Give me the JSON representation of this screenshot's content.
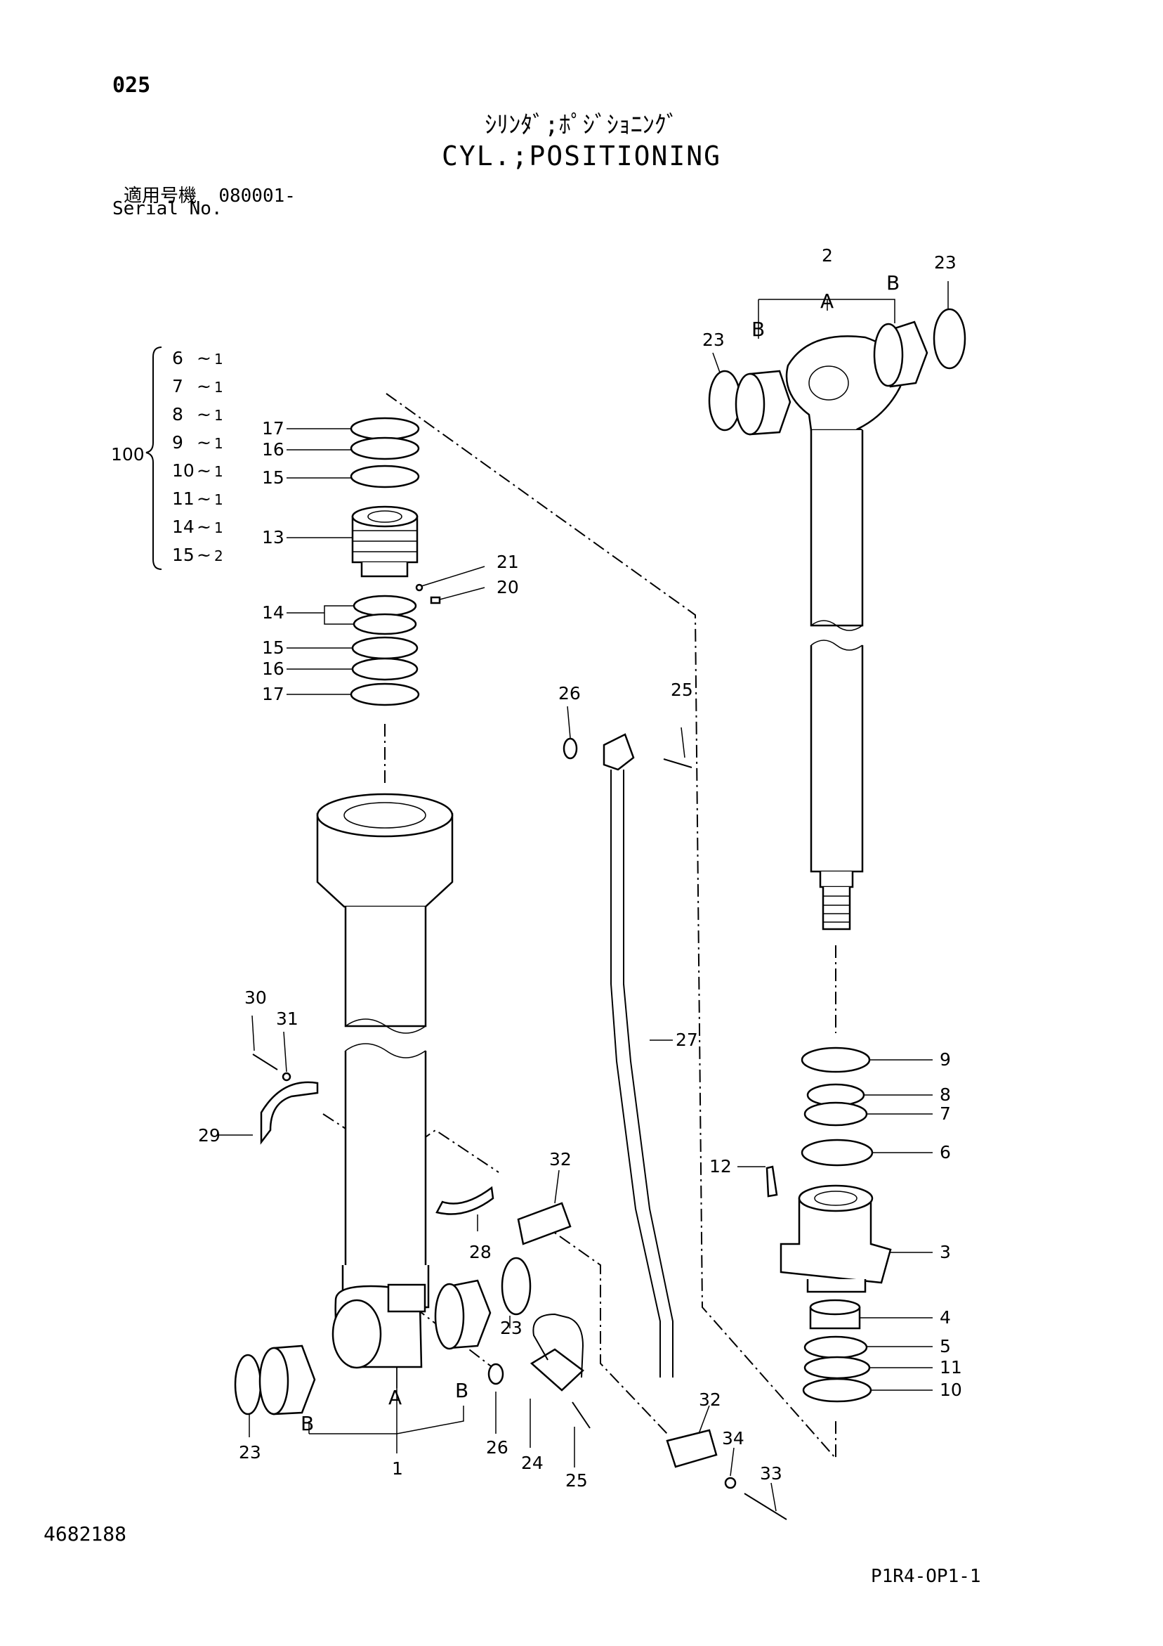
{
  "header": {
    "page_number": "025",
    "title_jp": "ｼﾘﾝﾀﾞ;ﾎﾟｼﾞｼｮﾆﾝｸﾞ",
    "title_en": "CYL.;POSITIONING",
    "serial_label_jp": "適用号機",
    "serial_value": "080001-",
    "serial_label_en": "Serial No."
  },
  "footer": {
    "drawing_number": "4682188",
    "page_code": "P1R4-OP1-1"
  },
  "kit": {
    "number": "100",
    "items": [
      {
        "part": "6",
        "qty": "1"
      },
      {
        "part": "7",
        "qty": "1"
      },
      {
        "part": "8",
        "qty": "1"
      },
      {
        "part": "9",
        "qty": "1"
      },
      {
        "part": "10",
        "qty": "1"
      },
      {
        "part": "11",
        "qty": "1"
      },
      {
        "part": "14",
        "qty": "1"
      },
      {
        "part": "15",
        "qty": "2"
      }
    ]
  },
  "callouts": {
    "c1": "1",
    "c2": "2",
    "c3": "3",
    "c4": "4",
    "c5": "5",
    "c6": "6",
    "c7": "7",
    "c8": "8",
    "c9": "9",
    "c10": "10",
    "c11": "11",
    "c12": "12",
    "c13": "13",
    "c14": "14",
    "c15": "15",
    "c16": "16",
    "c17": "17",
    "c20": "20",
    "c21": "21",
    "c23": "23",
    "c24": "24",
    "c25": "25",
    "c26": "26",
    "c27": "27",
    "c28": "28",
    "c29": "29",
    "c30": "30",
    "c31": "31",
    "c32": "32",
    "c33": "33",
    "c34": "34",
    "A": "A",
    "B": "B"
  }
}
